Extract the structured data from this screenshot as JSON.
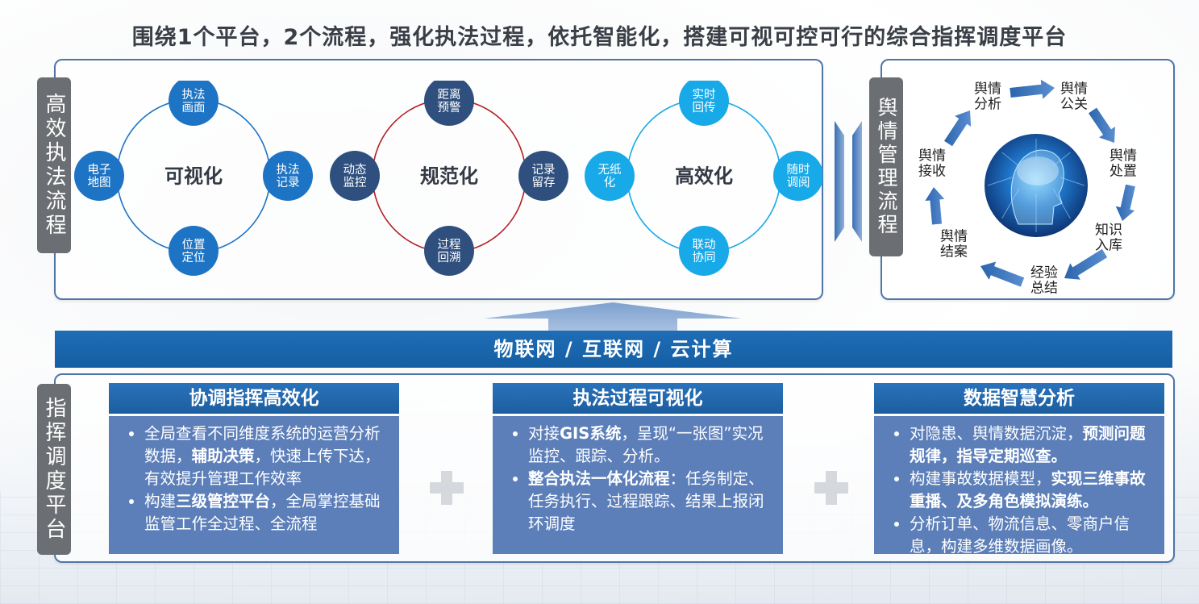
{
  "title": "围绕1个平台，2个流程，强化执法过程，依托智能化，搭建可视可控可行的综合指挥调度平台",
  "top_left_panel": {
    "label": "高效执法流程",
    "groups": [
      {
        "center": "可视化",
        "color": "#1e74c4",
        "ring": "#1e74c4",
        "nodes": {
          "top": "执法\n画面",
          "left": "电子\n地图",
          "right": "执法\n记录",
          "bottom": "位置\n定位"
        }
      },
      {
        "center": "规范化",
        "color": "#2f507e",
        "ring": "#b41f24",
        "nodes": {
          "top": "距离\n预警",
          "left": "动态\n监控",
          "right": "记录\n留存",
          "bottom": "过程\n回溯"
        }
      },
      {
        "center": "高效化",
        "color": "#18a9e8",
        "ring": "#18a9e8",
        "nodes": {
          "top": "实时\n回传",
          "left": "无纸\n化",
          "right": "随时\n调阅",
          "bottom": "联动\n协同"
        }
      }
    ]
  },
  "top_right_panel": {
    "label": "舆情管理流程",
    "steps": [
      "舆情\n分析",
      "舆情\n公关",
      "舆情\n处置",
      "知识\n入库",
      "经验\n总结",
      "舆情\n结案",
      "舆情\n接收"
    ]
  },
  "bar_text": "物联网 / 互联网 / 云计算",
  "bottom_panel": {
    "label": "指挥调度平台",
    "cards": [
      {
        "title": "协调指挥高效化",
        "items": [
          [
            {
              "t": "全局查看不同维度系统的运营分析数据，"
            },
            {
              "t": "辅助决策",
              "b": true
            },
            {
              "t": "，快速上传下达，有效提升管理工作效率"
            }
          ],
          [
            {
              "t": "构建"
            },
            {
              "t": "三级管控平台",
              "b": true
            },
            {
              "t": "，全局掌控基础监管工作全过程、全流程"
            }
          ]
        ]
      },
      {
        "title": "执法过程可视化",
        "items": [
          [
            {
              "t": "对接"
            },
            {
              "t": "GIS系统",
              "b": true
            },
            {
              "t": "，呈现“一张图”实况监控、跟踪、分析。"
            }
          ],
          [
            {
              "t": "整合执法一体化流程",
              "b": true
            },
            {
              "t": "：任务制定、任务执行、过程跟踪、结果上报闭环调度"
            }
          ]
        ]
      },
      {
        "title": "数据智慧分析",
        "items": [
          [
            {
              "t": "对隐患、舆情数据沉淀，"
            },
            {
              "t": "预测问题规律，指导定期巡查。",
              "b": true
            }
          ],
          [
            {
              "t": "构建事故数据模型，"
            },
            {
              "t": "实现三维事故重播、及多角色模拟演练。",
              "b": true
            }
          ],
          [
            {
              "t": "分析订单、物流信息、零商户信息，构建多维数据画像。"
            }
          ]
        ]
      }
    ]
  },
  "colors": {
    "frame": "#4f75a8",
    "bar": "#1a66ae",
    "card_body": "#5c7fba",
    "arrow": "#3d78c0"
  }
}
